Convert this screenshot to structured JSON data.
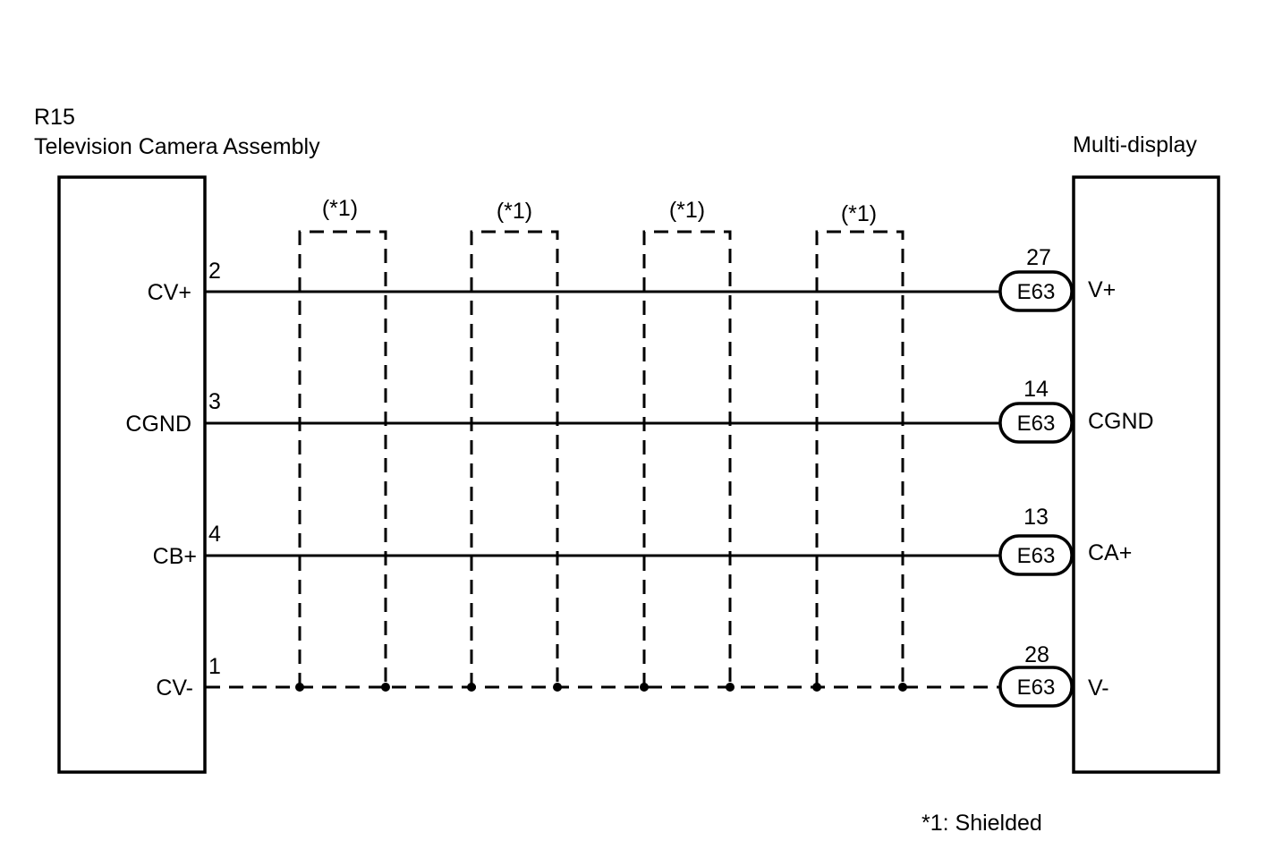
{
  "left_component": {
    "code": "R15",
    "name": "Television Camera Assembly"
  },
  "right_component": {
    "name": "Multi-display"
  },
  "wires": [
    {
      "left_pin": "2",
      "left_signal": "CV+",
      "connector": "E63",
      "right_pin": "27",
      "right_signal": "V+",
      "style": "solid"
    },
    {
      "left_pin": "3",
      "left_signal": "CGND",
      "connector": "E63",
      "right_pin": "14",
      "right_signal": "CGND",
      "style": "solid"
    },
    {
      "left_pin": "4",
      "left_signal": "CB+",
      "connector": "E63",
      "right_pin": "13",
      "right_signal": "CA+",
      "style": "solid"
    },
    {
      "left_pin": "1",
      "left_signal": "CV-",
      "connector": "E63",
      "right_pin": "28",
      "right_signal": "V-",
      "style": "dashed"
    }
  ],
  "shields": [
    {
      "label": "(*1)"
    },
    {
      "label": "(*1)"
    },
    {
      "label": "(*1)"
    },
    {
      "label": "(*1)"
    }
  ],
  "footnote": "*1: Shielded"
}
